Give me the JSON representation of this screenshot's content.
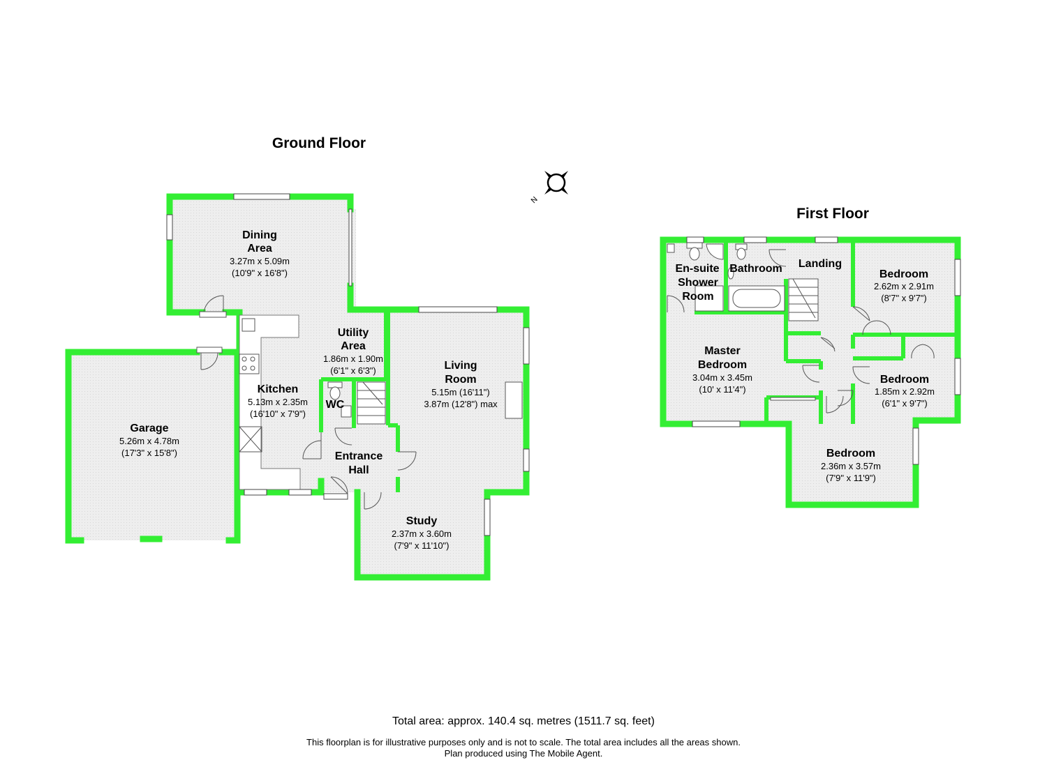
{
  "floors": {
    "ground": {
      "title": "Ground Floor",
      "rooms": {
        "dining": {
          "name1": "Dining",
          "name2": "Area",
          "dim_m": "3.27m x 5.09m",
          "dim_ft": "(10'9\" x 16'8\")"
        },
        "garage": {
          "name1": "Garage",
          "dim_m": "5.26m x 4.78m",
          "dim_ft": "(17'3\" x 15'8\")"
        },
        "kitchen": {
          "name1": "Kitchen",
          "dim_m": "5.13m x 2.35m",
          "dim_ft": "(16'10\" x 7'9\")"
        },
        "utility": {
          "name1": "Utility",
          "name2": "Area",
          "dim_m": "1.86m x 1.90m",
          "dim_ft": "(6'1\" x 6'3\")"
        },
        "wc": {
          "name1": "WC"
        },
        "living": {
          "name1": "Living",
          "name2": "Room",
          "dim_m": "5.15m (16'11\")",
          "dim_ft": "3.87m (12'8\") max"
        },
        "hall": {
          "name1": "Entrance",
          "name2": "Hall"
        },
        "study": {
          "name1": "Study",
          "dim_m": "2.37m x 3.60m",
          "dim_ft": "(7'9\" x 11'10\")"
        }
      }
    },
    "first": {
      "title": "First Floor",
      "rooms": {
        "ensuite": {
          "name1": "En-suite",
          "name2": "Shower",
          "name3": "Room"
        },
        "bathroom": {
          "name1": "Bathroom"
        },
        "landing": {
          "name1": "Landing"
        },
        "bed1": {
          "name1": "Bedroom",
          "dim_m": "2.62m x 2.91m",
          "dim_ft": "(8'7\" x 9'7\")"
        },
        "master": {
          "name1": "Master",
          "name2": "Bedroom",
          "dim_m": "3.04m x 3.45m",
          "dim_ft": "(10' x 11'4\")"
        },
        "bed2": {
          "name1": "Bedroom",
          "dim_m": "1.85m x 2.92m",
          "dim_ft": "(6'1\" x 9'7\")"
        },
        "bed3": {
          "name1": "Bedroom",
          "dim_m": "2.36m x 3.57m",
          "dim_ft": "(7'9\" x 11'9\")"
        }
      }
    }
  },
  "compass": {
    "label": "N"
  },
  "footer": {
    "total": "Total area: approx. 140.4 sq. metres (1511.7 sq. feet)",
    "disclaimer": "This floorplan is for illustrative purposes only and is not to scale. The total area includes all the areas shown.",
    "credit": "Plan produced using The Mobile Agent."
  },
  "colors": {
    "wall": "#33ee33",
    "floor": "#eeeeee",
    "line": "#666666"
  },
  "icons": [
    "compass-icon",
    "door-icon",
    "window-icon",
    "stairs-icon",
    "hob-icon",
    "toilet-icon",
    "bath-icon",
    "shower-icon"
  ]
}
